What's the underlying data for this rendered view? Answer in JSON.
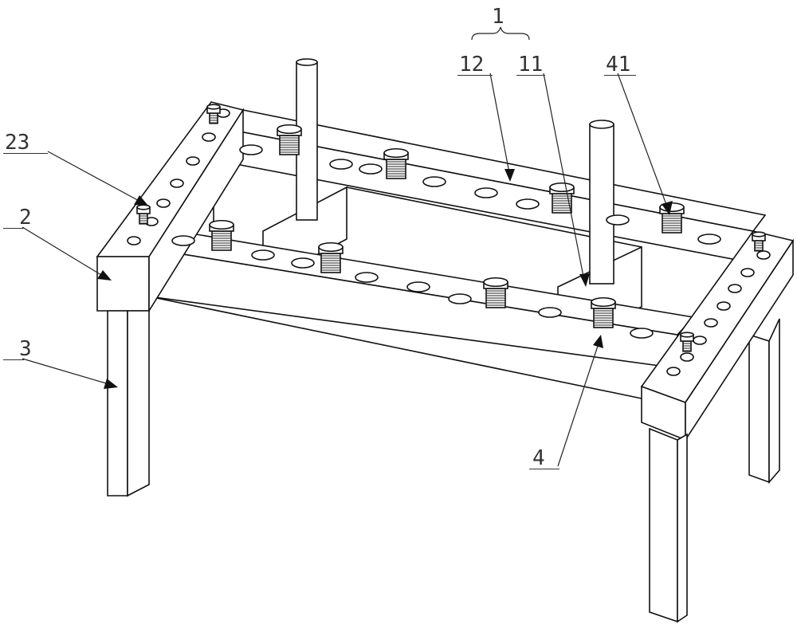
{
  "figure": {
    "labels": {
      "assembly": "1",
      "part_12": "12",
      "part_11": "11",
      "part_41": "41",
      "part_23": "23",
      "part_2": "2",
      "part_3": "3",
      "part_4": "4"
    }
  }
}
